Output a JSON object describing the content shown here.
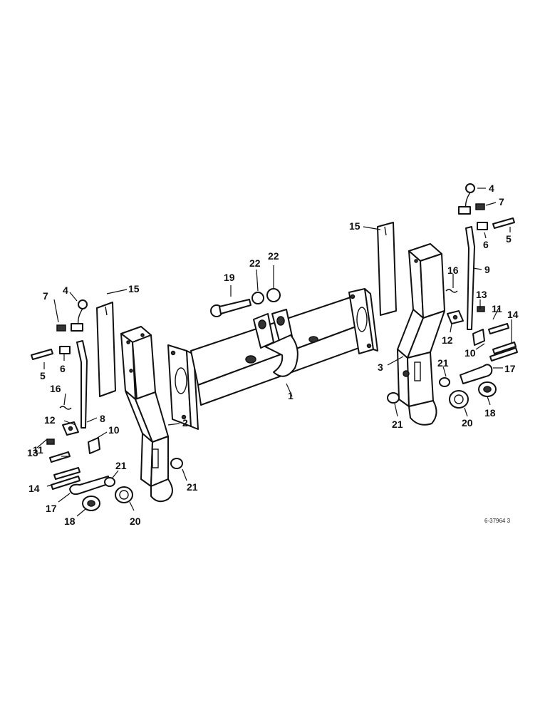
{
  "diagram": {
    "reference_code": "6-37964 3",
    "callouts": [
      {
        "id": "c1",
        "text": "1"
      },
      {
        "id": "c2",
        "text": "2"
      },
      {
        "id": "c3",
        "text": "3"
      },
      {
        "id": "c4a",
        "text": "4"
      },
      {
        "id": "c4b",
        "text": "4"
      },
      {
        "id": "c5a",
        "text": "5"
      },
      {
        "id": "c5b",
        "text": "5"
      },
      {
        "id": "c6a",
        "text": "6"
      },
      {
        "id": "c6b",
        "text": "6"
      },
      {
        "id": "c7a",
        "text": "7"
      },
      {
        "id": "c7b",
        "text": "7"
      },
      {
        "id": "c8",
        "text": "8"
      },
      {
        "id": "c9",
        "text": "9"
      },
      {
        "id": "c10a",
        "text": "10"
      },
      {
        "id": "c10b",
        "text": "10"
      },
      {
        "id": "c11a",
        "text": "11"
      },
      {
        "id": "c11b",
        "text": "11"
      },
      {
        "id": "c12a",
        "text": "12"
      },
      {
        "id": "c12b",
        "text": "12"
      },
      {
        "id": "c13a",
        "text": "13"
      },
      {
        "id": "c13b",
        "text": "13"
      },
      {
        "id": "c14a",
        "text": "14"
      },
      {
        "id": "c14b",
        "text": "14"
      },
      {
        "id": "c15a",
        "text": "15"
      },
      {
        "id": "c15b",
        "text": "15"
      },
      {
        "id": "c16a",
        "text": "16"
      },
      {
        "id": "c16b",
        "text": "16"
      },
      {
        "id": "c17a",
        "text": "17"
      },
      {
        "id": "c17b",
        "text": "17"
      },
      {
        "id": "c18a",
        "text": "18"
      },
      {
        "id": "c18b",
        "text": "18"
      },
      {
        "id": "c19",
        "text": "19"
      },
      {
        "id": "c20a",
        "text": "20"
      },
      {
        "id": "c20b",
        "text": "20"
      },
      {
        "id": "c21a",
        "text": "21"
      },
      {
        "id": "c21b",
        "text": "21"
      },
      {
        "id": "c21c",
        "text": "21"
      },
      {
        "id": "c21d",
        "text": "21"
      },
      {
        "id": "c22a",
        "text": "22"
      },
      {
        "id": "c22b",
        "text": "22"
      }
    ]
  }
}
